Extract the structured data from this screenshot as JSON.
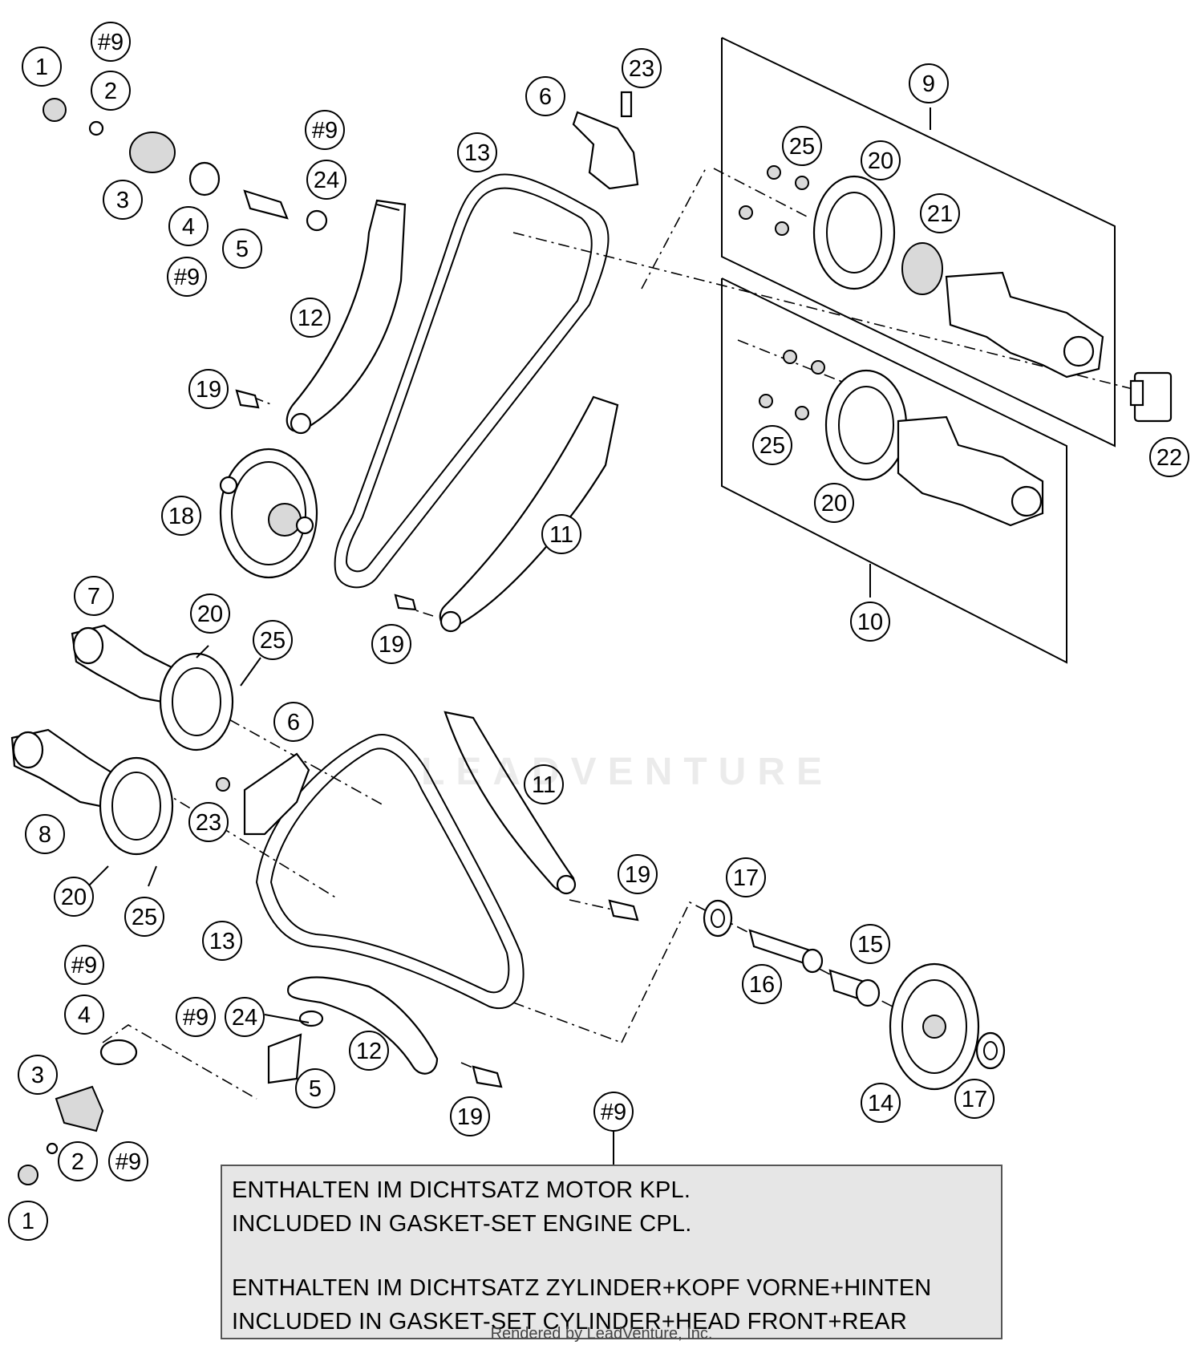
{
  "callouts": [
    {
      "id": "c1",
      "label": "1"
    },
    {
      "id": "c2",
      "label": "#9"
    },
    {
      "id": "c3",
      "label": "2"
    },
    {
      "id": "c4",
      "label": "3"
    },
    {
      "id": "c5",
      "label": "4"
    },
    {
      "id": "c6",
      "label": "#9"
    },
    {
      "id": "c7",
      "label": "5"
    },
    {
      "id": "c8",
      "label": "#9"
    },
    {
      "id": "c9",
      "label": "24"
    },
    {
      "id": "c10",
      "label": "6"
    },
    {
      "id": "c11",
      "label": "23"
    },
    {
      "id": "c12",
      "label": "13"
    },
    {
      "id": "c13",
      "label": "9"
    },
    {
      "id": "c14",
      "label": "25"
    },
    {
      "id": "c15",
      "label": "20"
    },
    {
      "id": "c16",
      "label": "21"
    },
    {
      "id": "c17",
      "label": "12"
    },
    {
      "id": "c18",
      "label": "19"
    },
    {
      "id": "c19",
      "label": "25"
    },
    {
      "id": "c20",
      "label": "22"
    },
    {
      "id": "c21",
      "label": "18"
    },
    {
      "id": "c22",
      "label": "20"
    },
    {
      "id": "c23",
      "label": "11"
    },
    {
      "id": "c24",
      "label": "10"
    },
    {
      "id": "c25",
      "label": "19"
    },
    {
      "id": "c26",
      "label": "7"
    },
    {
      "id": "c27",
      "label": "20"
    },
    {
      "id": "c28",
      "label": "25"
    },
    {
      "id": "c29",
      "label": "6"
    },
    {
      "id": "c30",
      "label": "11"
    },
    {
      "id": "c31",
      "label": "23"
    },
    {
      "id": "c32",
      "label": "8"
    },
    {
      "id": "c33",
      "label": "19"
    },
    {
      "id": "c34",
      "label": "17"
    },
    {
      "id": "c35",
      "label": "20"
    },
    {
      "id": "c36",
      "label": "25"
    },
    {
      "id": "c37",
      "label": "13"
    },
    {
      "id": "c38",
      "label": "15"
    },
    {
      "id": "c39",
      "label": "16"
    },
    {
      "id": "c40",
      "label": "#9"
    },
    {
      "id": "c41",
      "label": "4"
    },
    {
      "id": "c42",
      "label": "#9"
    },
    {
      "id": "c43",
      "label": "24"
    },
    {
      "id": "c44",
      "label": "3"
    },
    {
      "id": "c45",
      "label": "12"
    },
    {
      "id": "c46",
      "label": "5"
    },
    {
      "id": "c47",
      "label": "2"
    },
    {
      "id": "c48",
      "label": "#9"
    },
    {
      "id": "c49",
      "label": "19"
    },
    {
      "id": "c50",
      "label": "#9"
    },
    {
      "id": "c51",
      "label": "14"
    },
    {
      "id": "c52",
      "label": "17"
    },
    {
      "id": "c53",
      "label": "1"
    }
  ],
  "note": {
    "line1": "ENTHALTEN IM DICHTSATZ MOTOR KPL.",
    "line2": "INCLUDED IN GASKET-SET ENGINE CPL.",
    "line3": "ENTHALTEN IM DICHTSATZ ZYLINDER+KOPF VORNE+HINTEN",
    "line4": "INCLUDED IN GASKET-SET CYLINDER+HEAD FRONT+REAR"
  },
  "watermark": "LEADVENTURE",
  "footer": "Rendered by LeadVenture, Inc."
}
